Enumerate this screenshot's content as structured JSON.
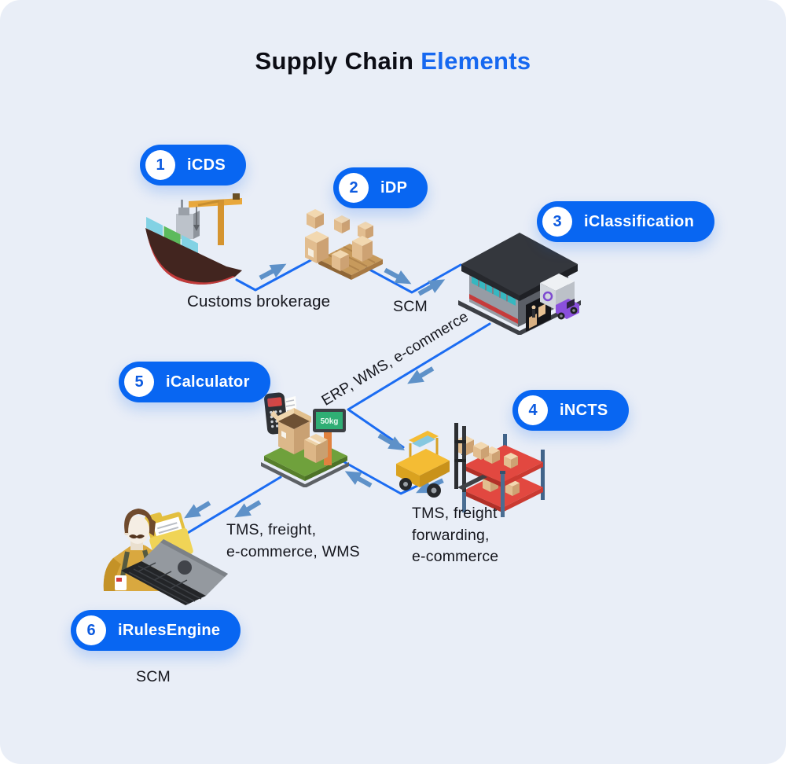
{
  "title": {
    "text_primary": "Supply Chain",
    "text_accent": "Elements"
  },
  "badges": [
    {
      "num": "1",
      "label": "iCDS",
      "illustration": "cargo-ship"
    },
    {
      "num": "2",
      "label": "iDP",
      "illustration": "boxes-on-pallet"
    },
    {
      "num": "3",
      "label": "iClassification",
      "illustration": "warehouse-with-truck"
    },
    {
      "num": "4",
      "label": "iNCTS",
      "illustration": "forklift-and-rack"
    },
    {
      "num": "5",
      "label": "iCalculator",
      "illustration": "weighing-scale"
    },
    {
      "num": "6",
      "label": "iRulesEngine",
      "illustration": "operator-at-laptop"
    }
  ],
  "flow_labels": {
    "customs_brokerage": "Customs brokerage",
    "scm_top": "SCM",
    "erp_wms_ecommerce": "ERP, WMS, e-commerce",
    "tms_freight_forwarding": [
      "TMS, freight",
      "forwarding,",
      "e-commerce"
    ],
    "tms_freight_wms": [
      "TMS, freight,",
      "e-commerce, WMS"
    ],
    "scm_bottom": "SCM"
  },
  "scale": {
    "display": "50kg"
  },
  "colors": {
    "background": "#e9eef7",
    "accent_blue": "#1668f0",
    "badge_blue": "#0866f2",
    "line_blue": "#1b6cf2",
    "arrow_blue": "#5e91c8",
    "text_dark": "#15161d"
  }
}
